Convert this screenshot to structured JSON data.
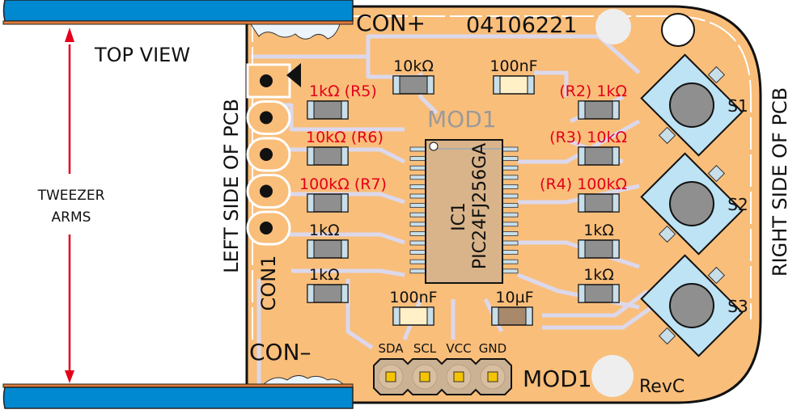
{
  "diagram": {
    "title": "TOP VIEW",
    "tweezer_label_line1": "TWEEZER",
    "tweezer_label_line2": "ARMS",
    "left_side_label": "LEFT SIDE OF PCB",
    "right_side_label": "RIGHT SIDE OF PCB",
    "colors": {
      "pcb": "#f9be7a",
      "trace": "#dcd8ec",
      "tweezer_blue": "#0088d1",
      "tweezer_copper": "#e07b3a",
      "arrow_red": "#e3001b",
      "label_red": "#e3001b",
      "switch_blue": "#bde3f4",
      "resistor_grey": "#8f8f8f",
      "cap_cream": "#fff0c8",
      "cap_brown": "#a9896c",
      "ic_body": "#d9b48a",
      "header_pad": "#f5c400"
    }
  },
  "pcb": {
    "connector_plus": "CON+",
    "connector_minus": "CON–",
    "connector_main": "CON1",
    "board_number": "04106221",
    "revision": "RevC",
    "module_silk": "MOD1",
    "module_label": "MOD1",
    "ic_ref": "IC1",
    "ic_part": "PIC24FJ256GA",
    "con1_pin_count": 5,
    "components_left": [
      {
        "value": "1kΩ",
        "ref": "(R5)"
      },
      {
        "value": "10kΩ",
        "ref": "(R6)"
      },
      {
        "value": "100kΩ",
        "ref": "(R7)"
      },
      {
        "value": "1kΩ",
        "ref": ""
      },
      {
        "value": "1kΩ",
        "ref": ""
      }
    ],
    "components_right": [
      {
        "value": "1kΩ",
        "ref": "(R2)"
      },
      {
        "value": "10kΩ",
        "ref": "(R3)"
      },
      {
        "value": "100kΩ",
        "ref": "(R4)"
      },
      {
        "value": "1kΩ",
        "ref": ""
      },
      {
        "value": "1kΩ",
        "ref": ""
      }
    ],
    "components_top": [
      {
        "value": "10kΩ",
        "type": "resistor"
      },
      {
        "value": "100nF",
        "type": "capacitor"
      }
    ],
    "components_bottom": [
      {
        "value": "100nF",
        "type": "capacitor"
      },
      {
        "value": "10µF",
        "type": "tantalum"
      }
    ],
    "header_pins": [
      "SDA",
      "SCL",
      "VCC",
      "GND"
    ],
    "switches": [
      "S1",
      "S2",
      "S3"
    ]
  }
}
